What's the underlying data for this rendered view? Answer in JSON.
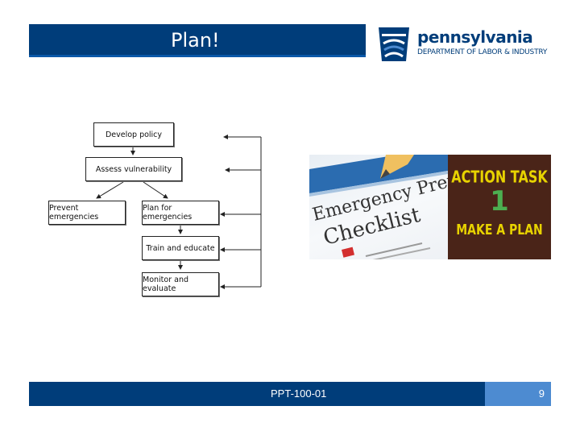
{
  "header": {
    "title": "Plan!"
  },
  "logo": {
    "wordmark": "pennsylvania",
    "department": "DEPARTMENT OF LABOR & INDUSTRY"
  },
  "flowchart": {
    "develop_policy": "Develop policy",
    "assess_vulnerability": "Assess vulnerability",
    "prevent_emergencies": "Prevent emergencies",
    "plan_for_emergencies": "Plan for emergencies",
    "train_and_educate": "Train and educate",
    "monitor_and_evaluate": "Monitor and evaluate"
  },
  "images": {
    "checklist": {
      "line1": "Emergency Prepa",
      "line2": "Checklist"
    },
    "action_task": {
      "line1": "ACTION TASK",
      "number": "1",
      "line2": "MAKE A PLAN"
    }
  },
  "footer": {
    "code": "PPT-100-01",
    "page_number": "9"
  },
  "colors": {
    "navy": "#003d7a",
    "light_blue": "#4d8bd1",
    "action_bg": "#4a2418",
    "action_text": "#e8d300"
  }
}
